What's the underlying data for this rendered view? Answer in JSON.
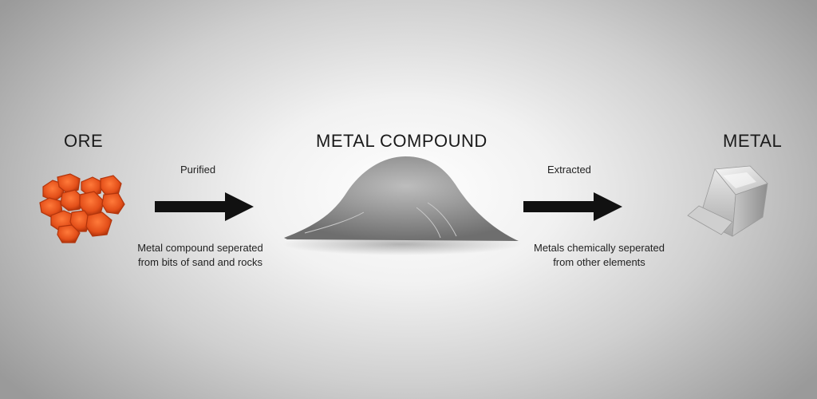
{
  "stages": {
    "ore": {
      "title": "ORE"
    },
    "compound": {
      "title": "METAL COMPOUND"
    },
    "metal": {
      "title": "METAL"
    }
  },
  "steps": [
    {
      "label": "Purified",
      "description_line1": "Metal compound seperated",
      "description_line2": "from bits of sand and rocks"
    },
    {
      "label": "Extracted",
      "description_line1": "Metals chemically seperated",
      "description_line2": "from other elements"
    }
  ],
  "colors": {
    "ore": "#e8501a",
    "ore_edge": "#b2350c",
    "compound": "#8c8c8c",
    "metal": "#d9d9d9",
    "arrow": "#111111"
  },
  "icons": [
    "ore-pile-illustration",
    "powder-heap-illustration",
    "metal-ingot-illustration",
    "right-arrow-icon"
  ]
}
